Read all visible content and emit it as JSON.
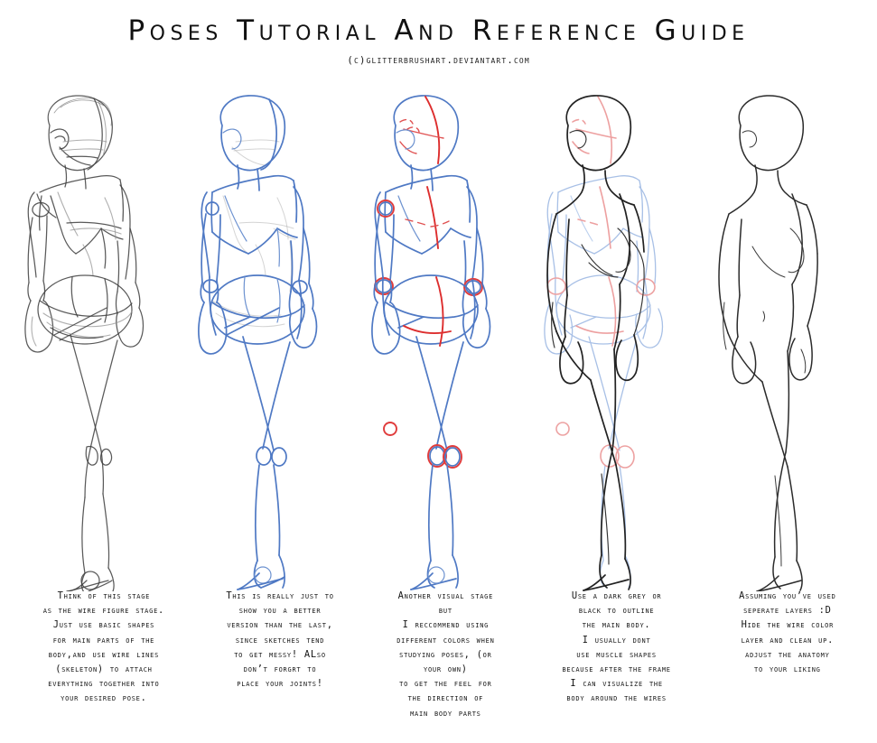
{
  "header": {
    "title": "Poses Tutorial And Reference Guide",
    "subtitle": "(c)glitterbrushart.deviantart.com"
  },
  "colors": {
    "background": "#ffffff",
    "sketch_grey": "#3d3d3d",
    "ghost_grey": "#a9a9a9",
    "wire_blue": "#4f79c4",
    "faded_blue": "#a8c0e6",
    "accent_red": "#dd2e2e",
    "faded_red": "#eda0a0",
    "ink_black": "#222222",
    "text": "#151515"
  },
  "steps": [
    {
      "id": "step-1",
      "figure_name": "pencil-wire-skeleton-figure",
      "style": "rough grey pencil sketch, basic shapes plus wire skeleton lines",
      "caption": "Think of this stage\nas the wire figure stage.\nJust use basic shapes\nfor main parts of the\nbody,and use wire lines\n(skeleton) to attach\neverything together into\nyour desired pose."
    },
    {
      "id": "step-2",
      "figure_name": "blue-lineart-joints-figure",
      "style": "blue line art traced over the faded pencil sketch, joint circles added",
      "caption": "This is really just to\nshow you a better\nversion than the last,\nsince sketches tend\nto get messy! ALso\ndon’t forgrt to\nplace your joints!"
    },
    {
      "id": "step-3",
      "figure_name": "blue-red-direction-figure",
      "style": "blue wire figure with red centre lines and red joint circles",
      "caption": "Another visual stage\nbut\nI reccommend using\ndifferent colors when\nstudying poses, (or\nyour own)\nto get the feel for\nthe direction of\nmain body parts"
    },
    {
      "id": "step-4",
      "figure_name": "dark-outline-over-wires-figure",
      "style": "dark grey/black body outline drawn over the faded blue and red wire frame",
      "caption": "Use a dark grey or\nblack to outline\nthe main body.\nI usually dont\nuse muscle shapes\nbecause after the frame\nI can visualize the\nbody around the wires"
    },
    {
      "id": "step-5",
      "figure_name": "clean-lineart-figure",
      "style": "final clean black line art with the wire layers hidden",
      "caption": "Assuming you’ve used\nseperate layers :D\nHide the wire color\nlayer and clean up.\nadjust the anatomy\nto your liking"
    }
  ]
}
